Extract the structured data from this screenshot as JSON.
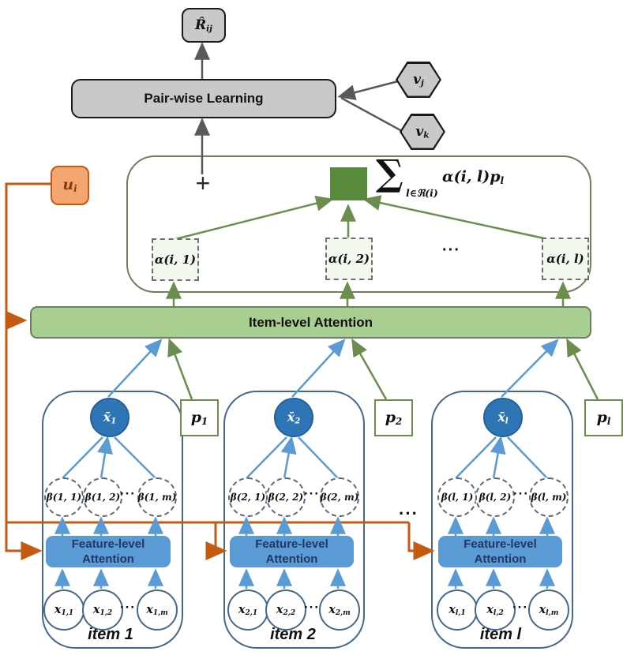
{
  "figure": {
    "type": "model-architecture-diagram",
    "description": "Attentive collaborative filtering: item-level and feature-level attention"
  },
  "colors": {
    "gray_node": "#C9C9C9",
    "gray_line": "#595959",
    "orange_line": "#C55A11",
    "orange_fill": "#F4A671",
    "green_line": "#6B8E4E",
    "green_bar": "#A9CE91",
    "green_square": "#5A8A3C",
    "blue_line": "#5B9BD5",
    "blue_node": "#2E75B6",
    "item_border": "#44688C"
  },
  "top": {
    "rhat_main": "R̂",
    "rhat_sub": "ij",
    "pairwise_label": "Pair-wise Learning",
    "vj_main": "v",
    "vj_sub": "j",
    "vk_main": "v",
    "vk_sub": "k"
  },
  "user": {
    "main": "u",
    "sub": "i"
  },
  "aggregate": {
    "plus": "+",
    "sigma": "∑",
    "sigma_sub": "l∈ℜ(i)",
    "expr_main": "α(i, l)p",
    "expr_sub": "l",
    "alphas": [
      "α(i, 1)",
      "α(i, 2)",
      "α(i, l)"
    ],
    "alpha_dots": "···"
  },
  "item_attention_label": "Item-level Attention",
  "inter_item_dots": "···",
  "feature": {
    "line1": "Feature-level",
    "line2": "Attention"
  },
  "items": [
    {
      "xbar_main": "x̄",
      "xbar_sub": "1",
      "p_main": "p",
      "p_sub": "1",
      "betas": [
        "β(1, 1)",
        "β(1, 2)",
        "β(1, m)"
      ],
      "beta_dots": "···",
      "xs_main": [
        "x",
        "x",
        "x"
      ],
      "xs_sub": [
        "1,1",
        "1,2",
        "1,m"
      ],
      "x_dots": "···",
      "label": "item 1"
    },
    {
      "xbar_main": "x̄",
      "xbar_sub": "2",
      "p_main": "p",
      "p_sub": "2",
      "betas": [
        "β(2, 1)",
        "β(2, 2)",
        "β(2, m)"
      ],
      "beta_dots": "···",
      "xs_main": [
        "x",
        "x",
        "x"
      ],
      "xs_sub": [
        "2,1",
        "2,2",
        "2,m"
      ],
      "x_dots": "···",
      "label": "item 2"
    },
    {
      "xbar_main": "x̄",
      "xbar_sub": "l",
      "p_main": "p",
      "p_sub": "l",
      "betas": [
        "β(l, 1)",
        "β(l, 2)",
        "β(l, m)"
      ],
      "beta_dots": "···",
      "xs_main": [
        "x",
        "x",
        "x"
      ],
      "xs_sub": [
        "l,1",
        "l,2",
        "l,m"
      ],
      "x_dots": "···",
      "label": "item l"
    }
  ]
}
